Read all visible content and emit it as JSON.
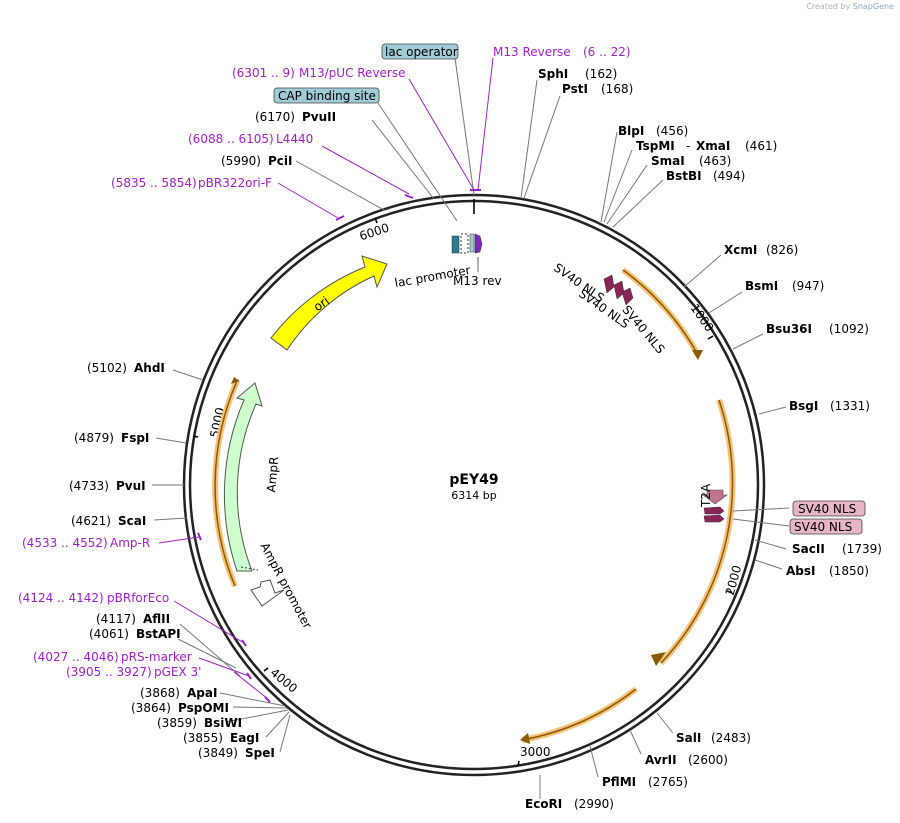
{
  "credit": {
    "prefix": "Created by",
    "brand": "SnapGene"
  },
  "plasmid": {
    "name": "pEY49",
    "length": "6314 bp"
  },
  "ticks": [
    "1000",
    "2000",
    "3000",
    "4000",
    "5000",
    "6000"
  ],
  "features": {
    "ori": "ori",
    "ampr": "AmpR",
    "ampr_promoter": "AmpR promoter",
    "lac_promoter": "lac promoter",
    "m13_rev": "M13 rev",
    "sv40_a": "SV40 NLS",
    "sv40_b": "SV40 NLS",
    "sv40_c": "SV40 NLS",
    "t2a": "T2A",
    "sv40_box1": "SV40 NLS",
    "sv40_box2": "SV40 NLS",
    "lac_operator": "lac operator",
    "cap_site": "CAP binding site"
  },
  "enzymes_right": [
    {
      "name": "SphI",
      "pos": "(162)"
    },
    {
      "name": "PstI",
      "pos": "(168)"
    },
    {
      "name": "BlpI",
      "pos": "(456)"
    },
    {
      "name": "TspMI",
      "sep": "-",
      "name2": "XmaI",
      "pos": "(461)"
    },
    {
      "name": "SmaI",
      "pos": "(463)"
    },
    {
      "name": "BstBI",
      "pos": "(494)"
    },
    {
      "name": "XcmI",
      "pos": "(826)"
    },
    {
      "name": "BsmI",
      "pos": "(947)"
    },
    {
      "name": "Bsu36I",
      "pos": "(1092)"
    },
    {
      "name": "BsgI",
      "pos": "(1331)"
    },
    {
      "name": "SacII",
      "pos": "(1739)"
    },
    {
      "name": "AbsI",
      "pos": "(1850)"
    },
    {
      "name": "SalI",
      "pos": "(2483)"
    },
    {
      "name": "AvrII",
      "pos": "(2600)"
    },
    {
      "name": "PflMI",
      "pos": "(2765)"
    },
    {
      "name": "EcoRI",
      "pos": "(2990)"
    }
  ],
  "enzymes_left": [
    {
      "name": "PvuII",
      "pos": "(6170)"
    },
    {
      "name": "PciI",
      "pos": "(5990)"
    },
    {
      "name": "AhdI",
      "pos": "(5102)"
    },
    {
      "name": "FspI",
      "pos": "(4879)"
    },
    {
      "name": "PvuI",
      "pos": "(4733)"
    },
    {
      "name": "ScaI",
      "pos": "(4621)"
    },
    {
      "name": "AflII",
      "pos": "(4117)"
    },
    {
      "name": "BstAPI",
      "pos": "(4061)"
    },
    {
      "name": "ApaI",
      "pos": "(3868)"
    },
    {
      "name": "PspOMI",
      "pos": "(3864)"
    },
    {
      "name": "BsiWI",
      "pos": "(3859)"
    },
    {
      "name": "EagI",
      "pos": "(3855)"
    },
    {
      "name": "SpeI",
      "pos": "(3849)"
    }
  ],
  "primers": [
    {
      "name": "M13 Reverse",
      "pos": "(6 .. 22)"
    },
    {
      "name": "M13/pUC Reverse",
      "pos": "(6301 .. 9)"
    },
    {
      "name": "L4440",
      "pos": "(6088 .. 6105)"
    },
    {
      "name": "pBR322ori-F",
      "pos": "(5835 .. 5854)"
    },
    {
      "name": "Amp-R",
      "pos": "(4533 .. 4552)"
    },
    {
      "name": "pBRforEco",
      "pos": "(4124 .. 4142)"
    },
    {
      "name": "pRS-marker",
      "pos": "(4027 .. 4046)"
    },
    {
      "name": "pGEX 3'",
      "pos": "(3905 .. 3927)"
    }
  ],
  "colors": {
    "primer": "#a020c8",
    "ori": "#ffff00",
    "ampr": "#ccffcc",
    "cds_outline": "#f6c27a",
    "nls": "#8a2456",
    "nls_box": "#e8b4c8",
    "blue_box": "#a0ccd8",
    "t2a": "#c07090"
  }
}
